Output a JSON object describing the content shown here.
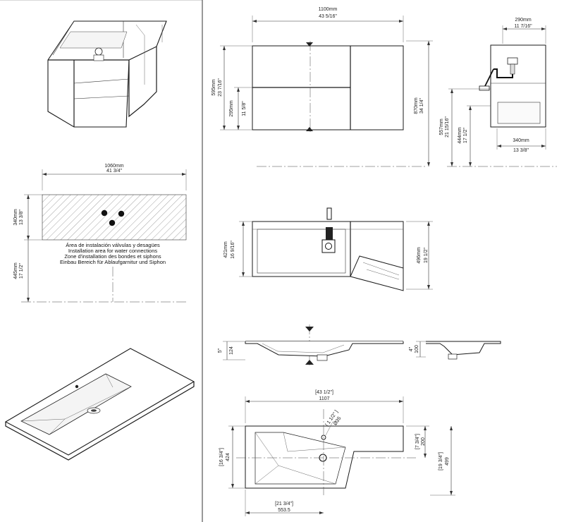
{
  "drawing_title": "",
  "dimensions": {
    "vanity_width_mm": "1100mm",
    "vanity_width_in": "43 5/16\"",
    "vanity_height_mm": "595mm",
    "vanity_height_in": "23 7/16\"",
    "drawer_height_mm": "295mm",
    "drawer_height_in": "11 5/8\"",
    "total_height_mm": "870mm",
    "total_height_in": "34 1/4\"",
    "side_depth_mm": "290mm",
    "side_depth_in": "11 7/16\"",
    "side_557_mm": "557mm",
    "side_557_in": "21 15/16\"",
    "side_444_mm": "444mm",
    "side_444_in": "17 1/2\"",
    "side_340_mm": "340mm",
    "side_340_in": "13 3/8\"",
    "wall_width_mm": "1060mm",
    "wall_width_in": "41 3/4\"",
    "wall_height_mm": "340mm",
    "wall_height_in": "13 3/8\"",
    "wall_floor_mm": "445mm",
    "wall_floor_in": "17 1/2\"",
    "plan_depth_mm": "421mm",
    "plan_depth_in": "16 9/16\"",
    "plan_right_mm": "496mm",
    "plan_right_in": "19 1/2\"",
    "section_left_in": "5\"",
    "section_left_mm": "124",
    "section_right_in": "4\"",
    "section_right_mm": "100",
    "top_width_in": "[43 1/2\"]",
    "top_width_mm": "1107",
    "hole_in": "[ 1 1/2\" ]",
    "hole_mm": "Ø35",
    "top_left_in": "[16 3/4\"]",
    "top_left_mm": "424",
    "top_mid_in": "[7 3/4\"]",
    "top_mid_mm": "200",
    "top_right_in": "[19 3/4\"]",
    "top_right_mm": "499",
    "bowl_in": "[21 3/4\"]",
    "bowl_mm": "553.5"
  },
  "installation_area": [
    "Área de instalación válvulas y desagües",
    "Installation area for water connections",
    "Zone d'installation des bondes et siphons",
    "Einbau Bereich für Ablaufgarnitur und Siphon"
  ]
}
